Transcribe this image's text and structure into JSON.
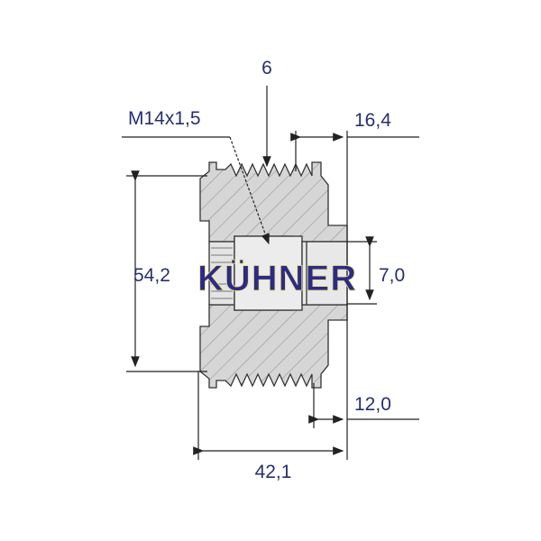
{
  "dimensions": {
    "thread": "M14x1,5",
    "grooves": "6",
    "hub_length": "16,4",
    "outer_diameter": "54,2",
    "bore_diameter": "7,0",
    "flange_offset": "12,0",
    "total_length": "42,1"
  },
  "logo": "KÜHNER",
  "colors": {
    "text": "#27306e",
    "logo": "#2b2a8c",
    "body": "#d4d4d4"
  }
}
